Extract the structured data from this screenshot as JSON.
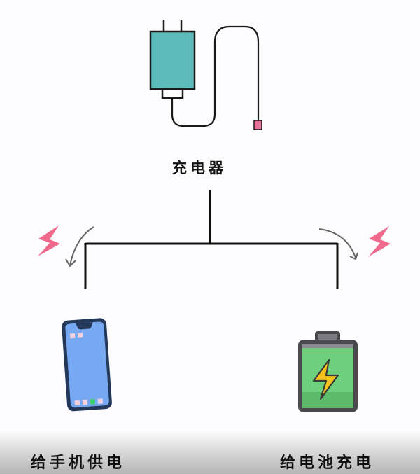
{
  "diagram": {
    "root": {
      "label": "充电器",
      "icon": "charger-icon",
      "colors": {
        "body": "#5cbcbc",
        "plug_tip": "#e8709a",
        "outline": "#1a1a1a"
      }
    },
    "branches": [
      {
        "label": "给手机供电",
        "icon": "smartphone-icon",
        "arrow_direction": "left",
        "colors": {
          "screen": "#76a9f2",
          "frame": "#24395a",
          "app_icons": "#f2d2de",
          "app_accent": "#3ad06a"
        }
      },
      {
        "label": "给电池充电",
        "icon": "battery-charging-icon",
        "arrow_direction": "right",
        "colors": {
          "fill": "#6ecf7c",
          "bolt": "#f7c21c",
          "frame": "#4a4a4e"
        }
      }
    ],
    "accent_colors": {
      "lightning": "#f06a8e",
      "connector": "#111111",
      "arrow": "#666666"
    }
  }
}
